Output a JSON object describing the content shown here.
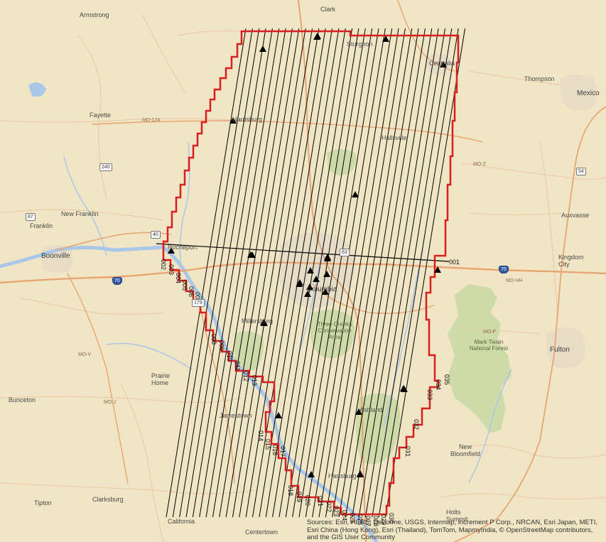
{
  "map": {
    "places": [
      {
        "name": "Clark",
        "type": "town"
      },
      {
        "name": "Armstrong",
        "type": "town"
      },
      {
        "name": "Sturgeon",
        "type": "town"
      },
      {
        "name": "Centralia",
        "type": "city"
      },
      {
        "name": "Thompson",
        "type": "town"
      },
      {
        "name": "Mexico",
        "type": "city"
      },
      {
        "name": "Fayette",
        "type": "town"
      },
      {
        "name": "Harrisburg",
        "type": "town"
      },
      {
        "name": "Hallsville",
        "type": "town"
      },
      {
        "name": "New Franklin",
        "type": "town"
      },
      {
        "name": "Franklin",
        "type": "town"
      },
      {
        "name": "Boonville",
        "type": "city"
      },
      {
        "name": "Rocheport",
        "type": "town"
      },
      {
        "name": "Columbia",
        "type": "city"
      },
      {
        "name": "Auxvasse",
        "type": "town"
      },
      {
        "name": "Kingdom City",
        "type": "town"
      },
      {
        "name": "Millersburg",
        "type": "town"
      },
      {
        "name": "Ashland",
        "type": "town"
      },
      {
        "name": "Fulton",
        "type": "city"
      },
      {
        "name": "Prairie Home",
        "type": "town"
      },
      {
        "name": "Bunceton",
        "type": "town"
      },
      {
        "name": "Jamestown",
        "type": "town"
      },
      {
        "name": "New Bloomfield",
        "type": "town"
      },
      {
        "name": "Hartsburg",
        "type": "town"
      },
      {
        "name": "Tipton",
        "type": "town"
      },
      {
        "name": "Clarksburg",
        "type": "town"
      },
      {
        "name": "California",
        "type": "town"
      },
      {
        "name": "Centertown",
        "type": "town"
      },
      {
        "name": "Holts Summit",
        "type": "town"
      },
      {
        "name": "Mark Twain National Forest",
        "type": "park"
      },
      {
        "name": "Three Creeks Conservation Area",
        "type": "park"
      }
    ],
    "road_labels": [
      "MO-124",
      "MO-V",
      "MO-J",
      "MO-Z",
      "MO-F",
      "MO-HH"
    ],
    "shields": [
      {
        "label": "70",
        "type": "interstate"
      },
      {
        "label": "70",
        "type": "interstate"
      },
      {
        "label": "63",
        "type": "us"
      },
      {
        "label": "40",
        "type": "us"
      },
      {
        "label": "54",
        "type": "us"
      },
      {
        "label": "240",
        "type": "state"
      },
      {
        "label": "179",
        "type": "state"
      },
      {
        "label": "87",
        "type": "state"
      }
    ],
    "transect_labels": [
      "001",
      "002",
      "003",
      "004",
      "005",
      "006",
      "007",
      "008",
      "009",
      "010",
      "011",
      "012",
      "013",
      "014",
      "015",
      "016",
      "017",
      "018",
      "019",
      "020",
      "021",
      "022",
      "023",
      "024",
      "025",
      "026",
      "027",
      "028",
      "029",
      "030",
      "031",
      "032",
      "033",
      "034",
      "035"
    ],
    "colors": {
      "background": "#f0e6c5",
      "boundary": "#d81e1e",
      "transect": "#000000",
      "river": "#a9c7e8",
      "park": "#c9d7a3",
      "urban": "#e3d9c2",
      "road": "#e8a572"
    },
    "marker_icon": "triangle-icon",
    "station_count": 30
  },
  "attribution": "Sources: Esri, HERE, DeLorme, USGS, Intermap, increment P Corp., NRCAN, Esri Japan, METI, Esri China (Hong Kong), Esri (Thailand), TomTom, MapmyIndia, © OpenStreetMap contributors, and the GIS User Community"
}
